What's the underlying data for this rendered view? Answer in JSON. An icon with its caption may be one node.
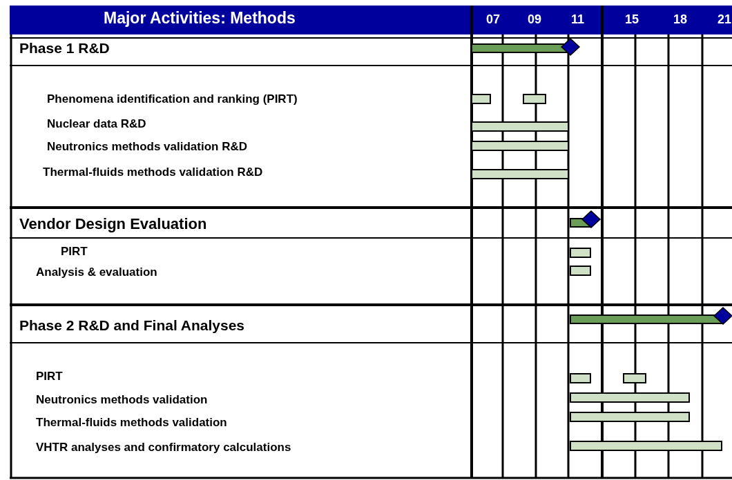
{
  "diagram": {
    "title": "Major Activities:  Methods",
    "labels": [
      "07",
      "09",
      "11",
      "15",
      "18",
      "21",
      "Phase 1 R&D",
      "Phenomena identification and ranking (PIRT)",
      "Nuclear data R&D",
      "Neutronics methods validation R&D",
      "Thermal-fluids methods validation R&D",
      "Vendor Design Evaluation",
      "PIRT",
      "Analysis & evaluation",
      "Phase 2 R&D and Final Analyses",
      "PIRT",
      "Neutronics methods validation",
      "Thermal-fluids methods validation",
      "VHTR analyses and confirmatory calculations"
    ]
  }
}
